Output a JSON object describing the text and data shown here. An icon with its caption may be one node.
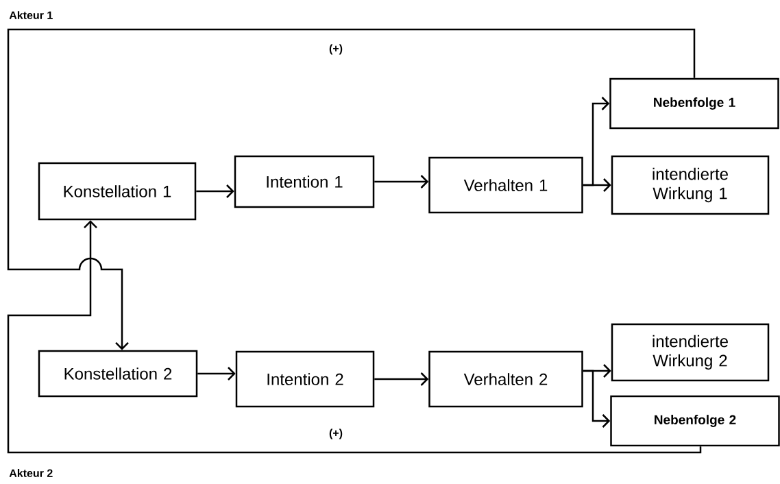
{
  "diagram": {
    "nodes": [
      {
        "text": [
          "Konstellation 1"
        ]
      },
      {
        "text": [
          "Intention 1"
        ]
      },
      {
        "text": [
          "Verhalten 1"
        ]
      },
      {
        "text": [
          "Nebenfolge 1"
        ]
      },
      {
        "text": [
          "intendierte Wirkung 1"
        ]
      },
      {
        "text": [
          "Konstellation 2"
        ]
      },
      {
        "text": [
          "Intention 2"
        ]
      },
      {
        "text": [
          "Verhalten 2"
        ]
      },
      {
        "text": [
          "intendierte Wirkung 2"
        ]
      },
      {
        "text": [
          "Nebenfolge 2"
        ]
      }
    ],
    "edges": [
      {
        "from": 0,
        "to": 1,
        "arrow": "to"
      },
      {
        "from": 1,
        "to": 2,
        "arrow": "to"
      },
      {
        "from": 2,
        "to": 3,
        "arrow": "to"
      },
      {
        "from": 2,
        "to": 4,
        "arrow": "to"
      },
      {
        "from": 5,
        "to": 6,
        "arrow": "to"
      },
      {
        "from": 6,
        "to": 7,
        "arrow": "to"
      },
      {
        "from": 7,
        "to": 8,
        "arrow": "to"
      },
      {
        "from": 7,
        "to": 9,
        "arrow": "to"
      },
      {
        "from": 3,
        "to": 5,
        "arrow": "to",
        "label": "(+)"
      },
      {
        "from": 9,
        "to": 0,
        "arrow": "to",
        "label": "(+)"
      }
    ],
    "labels": [
      "Akteur 1",
      "Akteur 2"
    ]
  }
}
